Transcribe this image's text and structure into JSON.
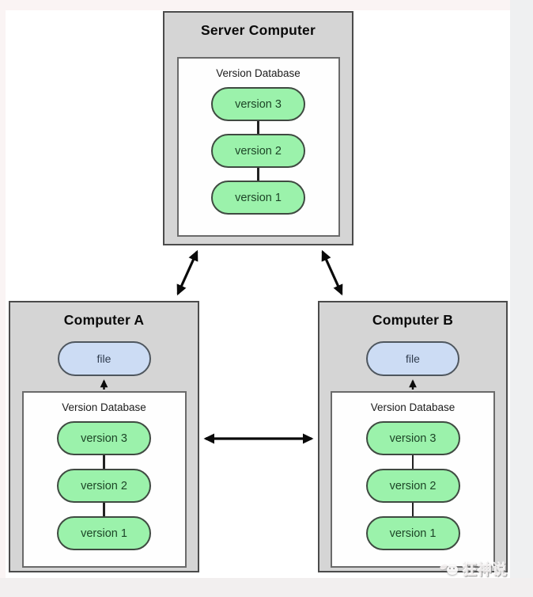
{
  "machines": {
    "server": {
      "title": "Server Computer",
      "database": {
        "label": "Version Database",
        "versions": [
          "version 3",
          "version 2",
          "version 1"
        ]
      }
    },
    "computer_a": {
      "title": "Computer A",
      "file_label": "file",
      "database": {
        "label": "Version Database",
        "versions": [
          "version 3",
          "version 2",
          "version 1"
        ]
      }
    },
    "computer_b": {
      "title": "Computer B",
      "file_label": "file",
      "database": {
        "label": "Version Database",
        "versions": [
          "version 3",
          "version 2",
          "version 1"
        ]
      }
    }
  },
  "watermark": {
    "text": "狂神说"
  },
  "colors": {
    "canvas": "#ffffff",
    "margin_top": "#faf4f4",
    "margin_right": "#eff0f1",
    "margin_bottom": "#f2efef",
    "machine_fill": "#d5d5d5",
    "machine_border": "#4b4b4b",
    "db_fill": "#fefefe",
    "db_border": "#6a6a6a",
    "version_fill": "#9bf2ab",
    "version_border": "#3f4a41",
    "version_text": "#1d4527",
    "file_fill": "#ccdcf4",
    "file_border": "#4e565e",
    "file_text": "#2f3c4e",
    "arrow": "#0a0a0a",
    "title_text": "#0a0a0a",
    "label_text": "#1c1c1c"
  }
}
